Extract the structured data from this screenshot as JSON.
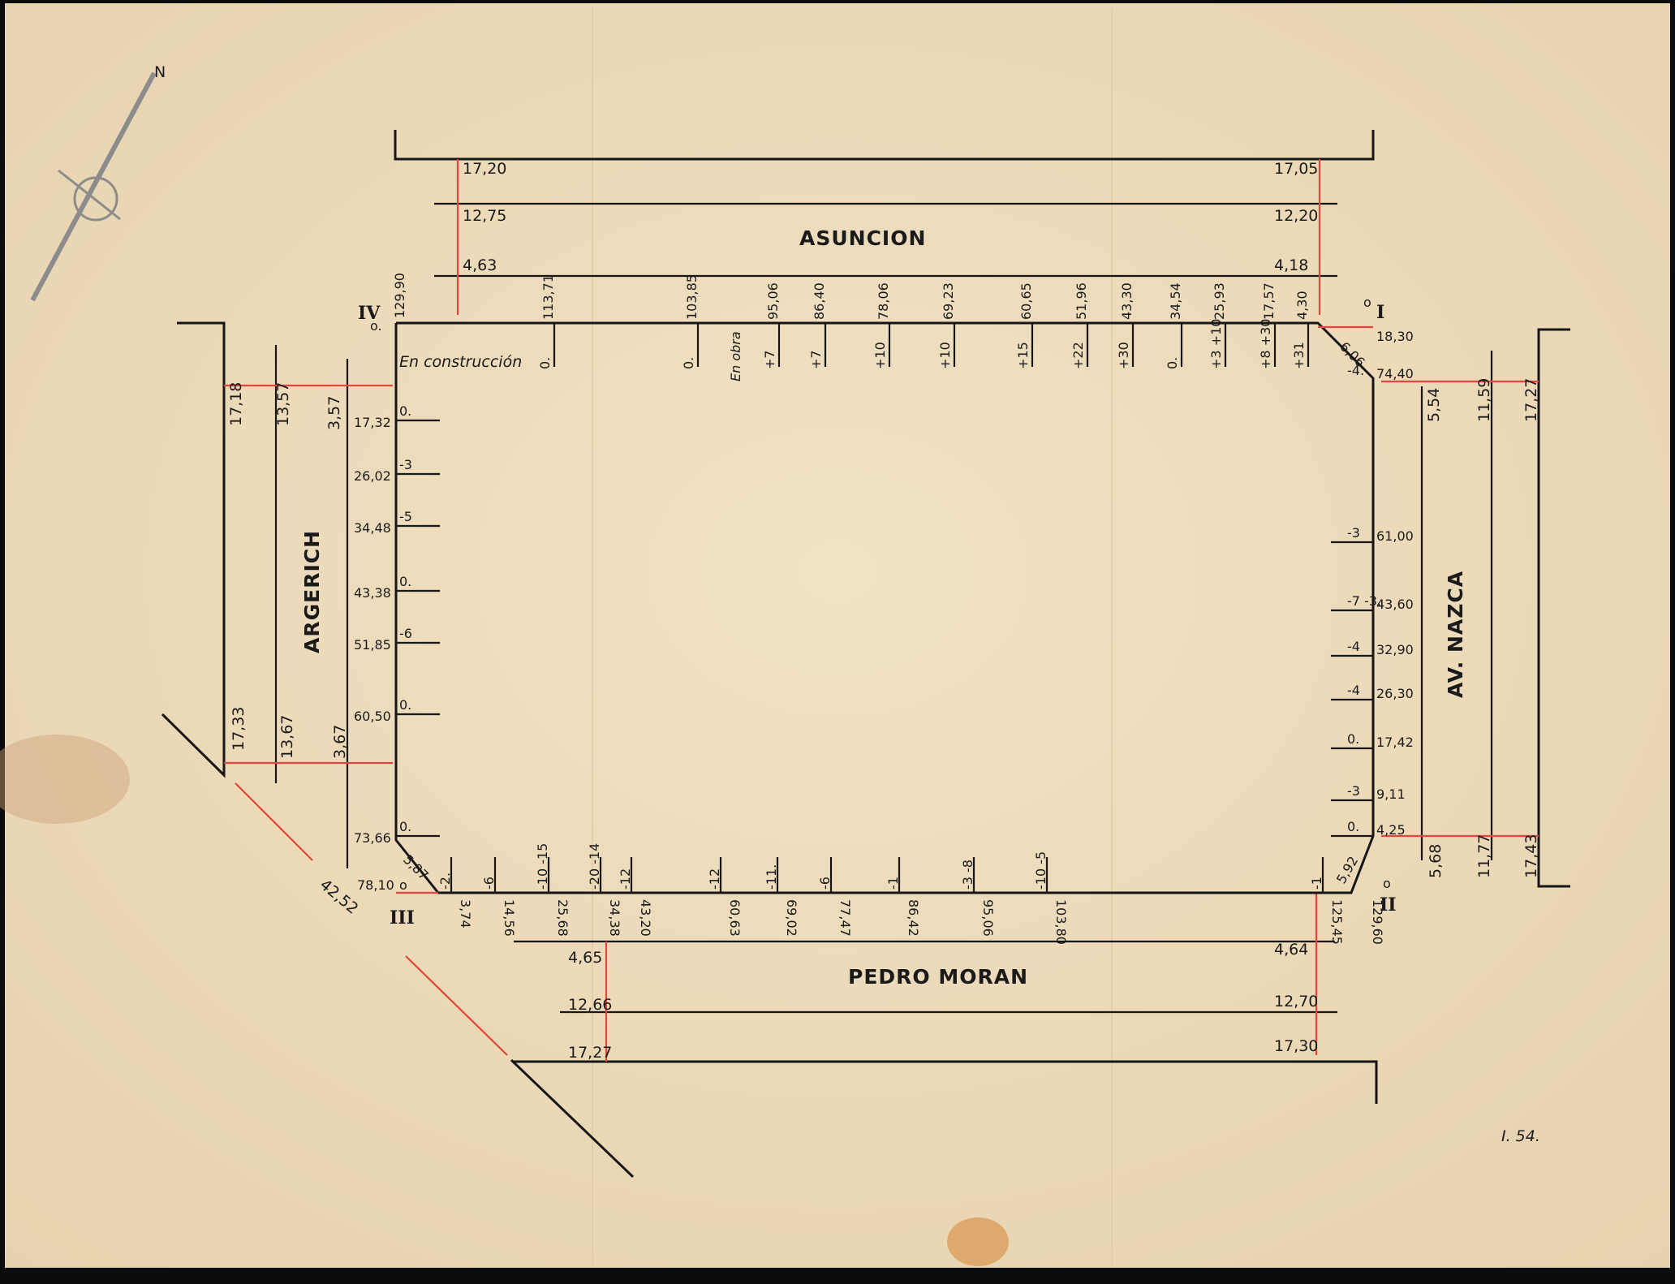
{
  "streets": {
    "top": "ASUNCION",
    "left": "ARGERICH",
    "right": "AV. NAZCA",
    "bottom": "PEDRO MORAN"
  },
  "corners": {
    "i": "I",
    "ii": "II",
    "iii": "III",
    "iv": "IV",
    "i_dist": "18,30",
    "ii_dist": "129,60",
    "iii_dist": "78,10",
    "iv_dist": "129,90",
    "i_zero": "o",
    "ii_zero": "o",
    "iii_zero": "o",
    "iv_zero": "o."
  },
  "chamfers": {
    "ne": "6,06",
    "se": "5,92",
    "sw": "5,87"
  },
  "notes": {
    "construction": "En construcción",
    "in_works": "En obra",
    "sheet_number": "I. 54.",
    "sw_corner_dist": "42,52"
  },
  "compass": {
    "north": "N"
  },
  "top_street": {
    "left_values": [
      "17,20",
      "12,75",
      "4,63"
    ],
    "right_values": [
      "17,05",
      "12,20",
      "4,18"
    ]
  },
  "bottom_street": {
    "left_values": [
      "4,65",
      "12,66",
      "17,27"
    ],
    "right_values": [
      "4,64",
      "12,70",
      "17,30"
    ]
  },
  "left_street": {
    "upper_values": [
      "17,18",
      "13,57",
      "3,57"
    ],
    "lower_values": [
      "17,33",
      "13,67",
      "3,67"
    ]
  },
  "right_street": {
    "upper_values": [
      "5,54",
      "11,59",
      "17,27"
    ],
    "lower_values": [
      "5,68",
      "11,77",
      "17,43"
    ]
  },
  "north_side": [
    {
      "dist": "113,71",
      "level": "0."
    },
    {
      "dist": "103,85",
      "level": "0."
    },
    {
      "dist": "95,06",
      "level": "+7"
    },
    {
      "dist": "86,40",
      "level": "+7"
    },
    {
      "dist": "78,06",
      "level": "+10"
    },
    {
      "dist": "69,23",
      "level": "+10"
    },
    {
      "dist": "60,65",
      "level": "+15"
    },
    {
      "dist": "51,96",
      "level": "+22"
    },
    {
      "dist": "43,30",
      "level": "+30"
    },
    {
      "dist": "34,54",
      "level": "0."
    },
    {
      "dist": "25,93",
      "level": "+3 +10"
    },
    {
      "dist": "17,57",
      "level": "+8 +30"
    },
    {
      "dist": "4,30",
      "level": "+31"
    }
  ],
  "west_side": [
    {
      "dist": "17,32",
      "level": "0."
    },
    {
      "dist": "26,02",
      "level": "-3"
    },
    {
      "dist": "34,48",
      "level": "-5"
    },
    {
      "dist": "43,38",
      "level": "0."
    },
    {
      "dist": "51,85",
      "level": "-6"
    },
    {
      "dist": "60,50",
      "level": "0."
    },
    {
      "dist": "73,66",
      "level": "0."
    }
  ],
  "east_side": [
    {
      "dist": "74,40",
      "level": "-4."
    },
    {
      "dist": "61,00",
      "level": "-3"
    },
    {
      "dist": "43,60",
      "level": "-7 -3."
    },
    {
      "dist": "32,90",
      "level": "-4"
    },
    {
      "dist": "26,30",
      "level": "-4"
    },
    {
      "dist": "17,42",
      "level": "0."
    },
    {
      "dist": "9,11",
      "level": "-3"
    },
    {
      "dist": "4,25",
      "level": "0."
    }
  ],
  "south_side": [
    {
      "dist": "3,74",
      "level": "-2."
    },
    {
      "dist": "14,56",
      "level": "-6"
    },
    {
      "dist": "25,68",
      "level": "-10 -15"
    },
    {
      "dist": "34,38",
      "level": "-20 -14"
    },
    {
      "dist": "43,20",
      "level": "-12"
    },
    {
      "dist": "60,63",
      "level": "-12"
    },
    {
      "dist": "69,02",
      "level": "-11."
    },
    {
      "dist": "77,47",
      "level": "-6"
    },
    {
      "dist": "86,42",
      "level": "-1"
    },
    {
      "dist": "95,06",
      "level": "-3 -8"
    },
    {
      "dist": "103,80",
      "level": "-10 -5"
    },
    {
      "dist": "125,45",
      "level": "-1"
    }
  ],
  "colors": {
    "paper": "#eddcbc",
    "ink": "#161616",
    "red": "#e2463c",
    "background": "#0c0c0c"
  }
}
